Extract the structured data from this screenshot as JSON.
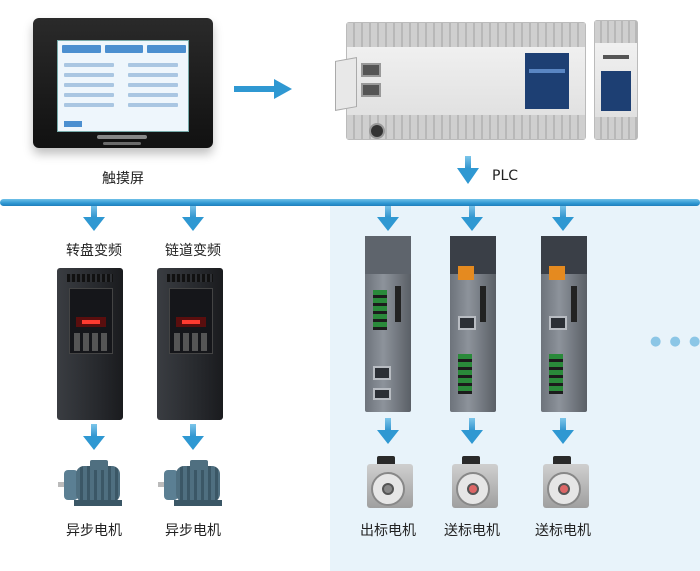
{
  "hmi": {
    "label": "触摸屏"
  },
  "plc": {
    "label": "PLC"
  },
  "inverters": [
    {
      "label": "转盘变频",
      "motor_label": "异步电机"
    },
    {
      "label": "链道变频",
      "motor_label": "异步电机"
    }
  ],
  "servos": [
    {
      "motor_label": "出标电机"
    },
    {
      "motor_label": "送标电机"
    },
    {
      "motor_label": "送标电机"
    }
  ],
  "more": "● ● ●",
  "colors": {
    "accent": "#2f98d2",
    "panel": "#e8f3fa"
  }
}
